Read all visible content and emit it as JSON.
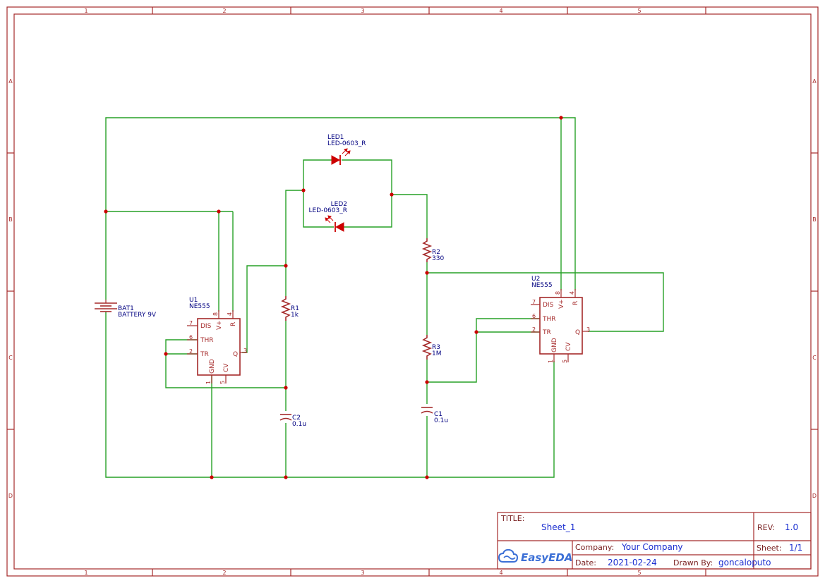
{
  "sheet": {
    "columns": [
      "1",
      "2",
      "3",
      "4",
      "5"
    ],
    "rows": [
      "A",
      "B",
      "C",
      "D"
    ]
  },
  "title_block": {
    "title_label": "TITLE:",
    "title_value": "Sheet_1",
    "rev_label": "REV:",
    "rev_value": "1.0",
    "company_label": "Company:",
    "company_value": "Your Company",
    "sheet_label": "Sheet:",
    "sheet_value": "1/1",
    "date_label": "Date:",
    "date_value": "2021-02-24",
    "drawn_label": "Drawn By:",
    "drawn_value": "goncaloputo",
    "logo_text": "EasyEDA"
  },
  "components": {
    "bat1": {
      "ref": "BAT1",
      "value": "BATTERY 9V"
    },
    "u1": {
      "ref": "U1",
      "value": "NE555",
      "pins": {
        "p7": "7",
        "p6": "6",
        "p2": "2",
        "p8": "8",
        "p4": "4",
        "p3": "3",
        "p1": "1",
        "p5": "5"
      },
      "labels": {
        "dis": "DIS",
        "thr": "THR",
        "tr": "TR",
        "vp": "V+",
        "r": "R",
        "q": "Q",
        "gnd": "GND",
        "cv": "CV"
      }
    },
    "u2": {
      "ref": "U2",
      "value": "NE555",
      "pins": {
        "p7": "7",
        "p6": "6",
        "p2": "2",
        "p8": "8",
        "p4": "4",
        "p3": "3",
        "p1": "1",
        "p5": "5"
      },
      "labels": {
        "dis": "DIS",
        "thr": "THR",
        "tr": "TR",
        "vp": "V+",
        "r": "R",
        "q": "Q",
        "gnd": "GND",
        "cv": "CV"
      }
    },
    "led1": {
      "ref": "LED1",
      "value": "LED-0603_R"
    },
    "led2": {
      "ref": "LED2",
      "value": "LED-0603_R"
    },
    "r1": {
      "ref": "R1",
      "value": "1k"
    },
    "r2": {
      "ref": "R2",
      "value": "330"
    },
    "r3": {
      "ref": "R3",
      "value": "1M"
    },
    "c1": {
      "ref": "C1",
      "value": "0.1u"
    },
    "c2": {
      "ref": "C2",
      "value": "0.1u"
    }
  },
  "colors": {
    "frame": "#a52a2a",
    "wire": "#27a127",
    "junction": "#cc0000",
    "ref_text": "#000080",
    "title_value": "#1a2ed0",
    "logo": "#3b6fd6"
  }
}
